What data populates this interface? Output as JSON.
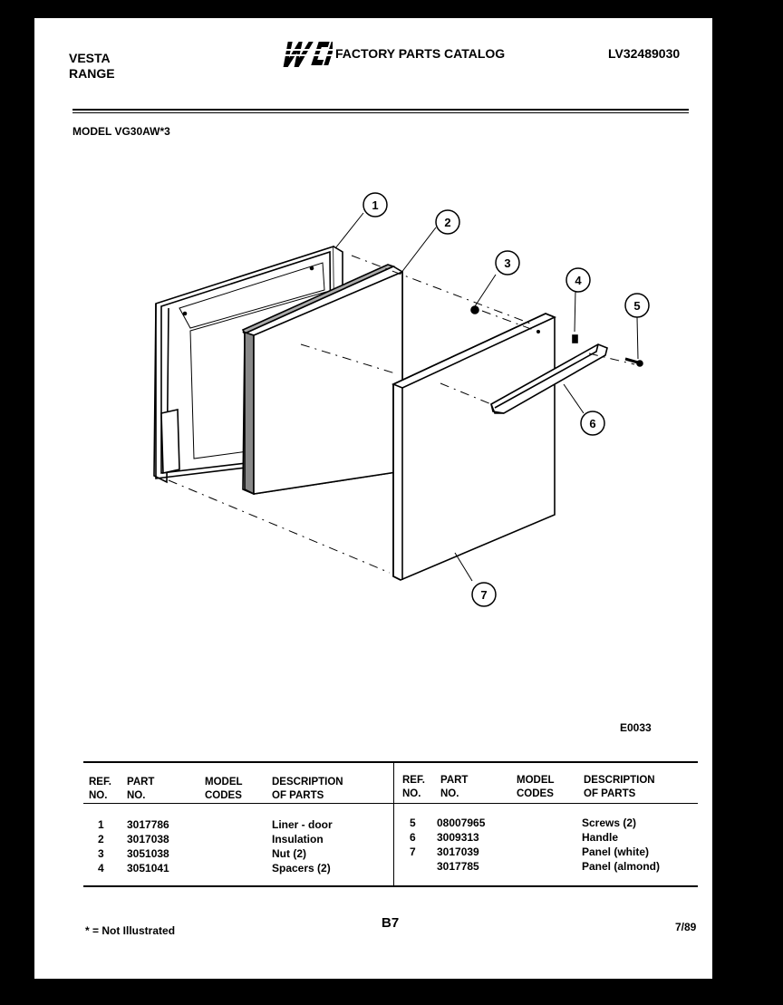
{
  "header": {
    "brand_line1": "VESTA",
    "brand_line2": "RANGE",
    "logo_text": "WCI",
    "catalog_title": "FACTORY PARTS CATALOG",
    "catalog_code": "LV32489030",
    "model_label": "MODEL VG30AW*3"
  },
  "diagram": {
    "callouts": [
      "1",
      "2",
      "3",
      "4",
      "5",
      "6",
      "7"
    ],
    "figure_code": "E0033"
  },
  "table": {
    "headers": {
      "ref_line1": "REF.",
      "ref_line2": "NO.",
      "part_line1": "PART",
      "part_line2": "NO.",
      "codes_line1": "MODEL",
      "codes_line2": "CODES",
      "desc_line1": "DESCRIPTION",
      "desc_line2": "OF PARTS"
    },
    "left_rows": [
      {
        "ref": "1",
        "part": "3017786",
        "codes": "",
        "desc": "Liner - door"
      },
      {
        "ref": "2",
        "part": "3017038",
        "codes": "",
        "desc": "Insulation"
      },
      {
        "ref": "3",
        "part": "3051038",
        "codes": "",
        "desc": "Nut (2)"
      },
      {
        "ref": "4",
        "part": "3051041",
        "codes": "",
        "desc": "Spacers (2)"
      }
    ],
    "right_rows": [
      {
        "ref": "5",
        "part": "08007965",
        "codes": "",
        "desc": "Screws (2)"
      },
      {
        "ref": "6",
        "part": "3009313",
        "codes": "",
        "desc": "Handle"
      },
      {
        "ref": "7",
        "part": "3017039",
        "codes": "",
        "desc": "Panel (white)"
      },
      {
        "ref": "",
        "part": "3017785",
        "codes": "",
        "desc": "Panel (almond)"
      }
    ]
  },
  "footer": {
    "note": "* = Not Illustrated",
    "page": "B7",
    "date": "7/89"
  }
}
